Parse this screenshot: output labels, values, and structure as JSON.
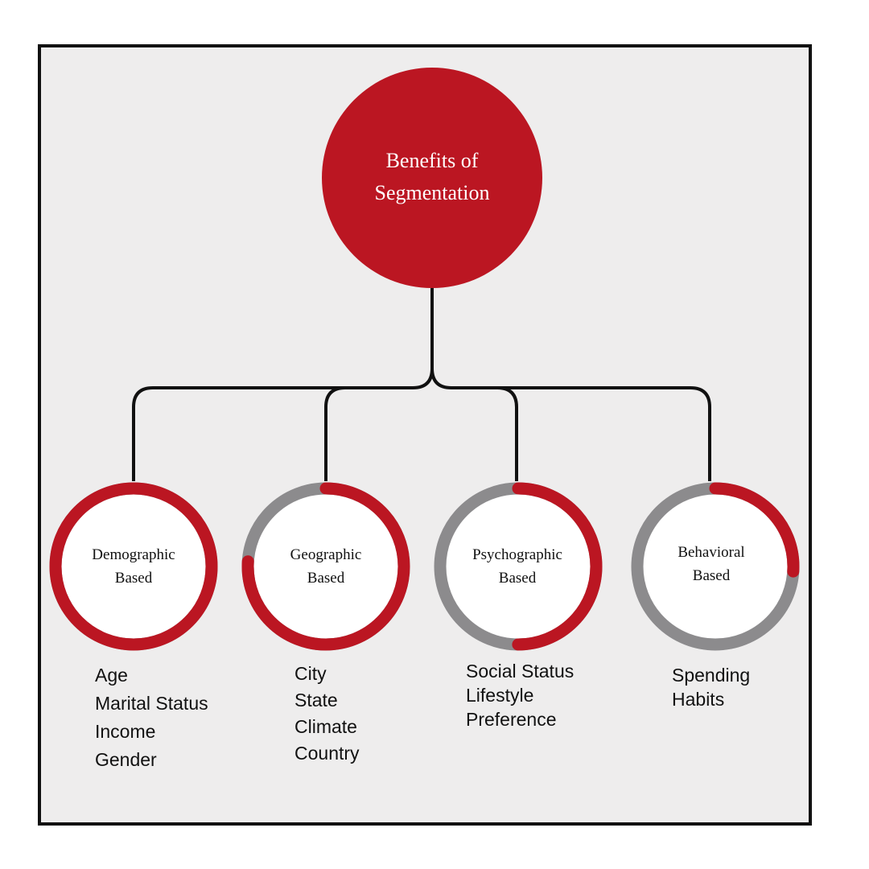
{
  "title": {
    "line1": "Benefits of",
    "line2": "Segmentation"
  },
  "colors": {
    "accent": "#bb1622",
    "track": "#8c8b8d",
    "panel": "#eeeded",
    "line": "#111111"
  },
  "branches": [
    {
      "line1": "Demographic",
      "line2": "Based",
      "fill_fraction": 1.0,
      "items": [
        "Age",
        "Marital Status",
        "Income",
        "Gender"
      ]
    },
    {
      "line1": "Geographic",
      "line2": "Based",
      "fill_fraction": 0.76,
      "items": [
        "City",
        "State",
        "Climate",
        "Country"
      ]
    },
    {
      "line1": "Psychographic",
      "line2": "Based",
      "fill_fraction": 0.5,
      "items": [
        "Social Status",
        "Lifestyle",
        "Preference"
      ]
    },
    {
      "line1": "Behavioral",
      "line2": "Based",
      "fill_fraction": 0.26,
      "items": [
        "Spending",
        "Habits"
      ]
    }
  ]
}
